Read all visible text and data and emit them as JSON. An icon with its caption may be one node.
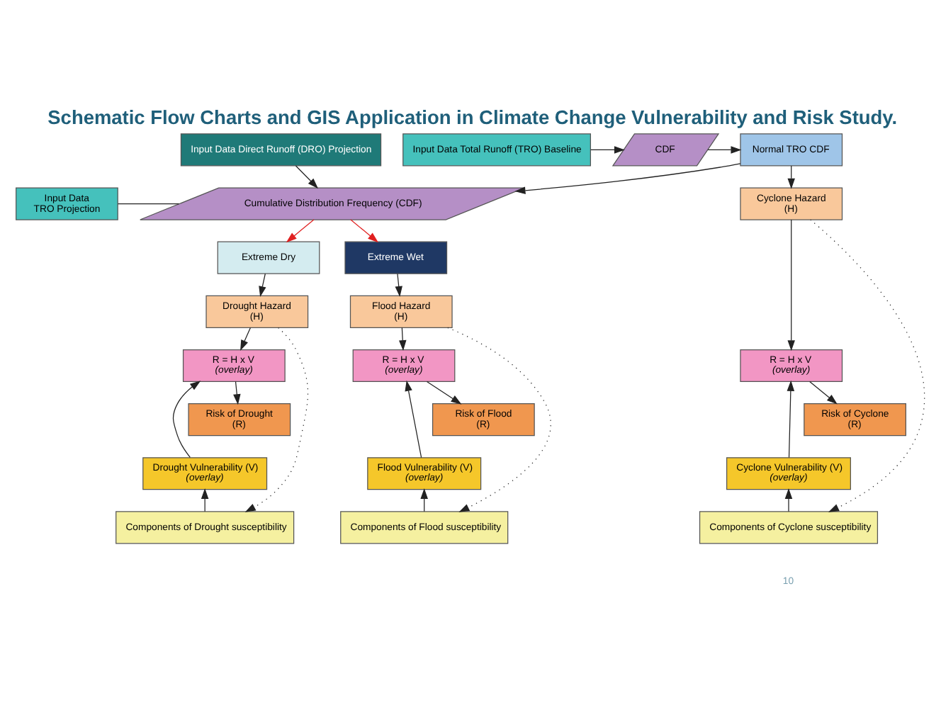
{
  "diagram": {
    "title": "Schematic Flow Charts and GIS Application in Climate Change Vulnerability and Risk Study.",
    "nodes": [
      {
        "text": [
          "Input Data Direct Runoff (DRO) Projection"
        ]
      },
      {
        "text": [
          "Input Data Total Runoff (TRO) Baseline"
        ]
      },
      {
        "text": [
          "CDF"
        ]
      },
      {
        "text": [
          "Normal TRO CDF"
        ]
      },
      {
        "text": [
          "Input Data",
          "TRO Projection"
        ]
      },
      {
        "text": [
          "Cumulative Distribution Frequency (CDF)"
        ]
      },
      {
        "text": [
          "Cyclone Hazard",
          "(H)"
        ]
      },
      {
        "text": [
          "Extreme Dry"
        ]
      },
      {
        "text": [
          "Extreme Wet"
        ]
      },
      {
        "text": [
          "Drought Hazard",
          "(H)"
        ]
      },
      {
        "text": [
          "Flood Hazard",
          "(H)"
        ]
      },
      {
        "text": [
          "R = H x V",
          "(overlay)"
        ]
      },
      {
        "text": [
          "R = H x V",
          "(overlay)"
        ]
      },
      {
        "text": [
          "R = H x V",
          "(overlay)"
        ]
      },
      {
        "text": [
          "Risk of Drought",
          "(R)"
        ]
      },
      {
        "text": [
          "Risk of Flood",
          "(R)"
        ]
      },
      {
        "text": [
          "Risk of Cyclone",
          "(R)"
        ]
      },
      {
        "text": [
          "Drought Vulnerability (V)",
          "(overlay)"
        ]
      },
      {
        "text": [
          "Flood Vulnerability (V)",
          "(overlay)"
        ]
      },
      {
        "text": [
          "Cyclone Vulnerability (V)",
          "(overlay)"
        ]
      },
      {
        "text": [
          "Components of Drought susceptibility"
        ]
      },
      {
        "text": [
          "Components of Flood susceptibility"
        ]
      },
      {
        "text": [
          "Components of Cyclone susceptibility"
        ]
      }
    ],
    "edges": [
      {
        "from": 1,
        "to": 2,
        "arrow": "to"
      },
      {
        "from": 2,
        "to": 3,
        "arrow": "to"
      },
      {
        "from": 0,
        "to": 5,
        "arrow": "to"
      },
      {
        "from": 3,
        "to": 5,
        "arrow": "to"
      },
      {
        "from": 3,
        "to": 6,
        "arrow": "to"
      },
      {
        "from": 4,
        "to": 5,
        "arrow": "none"
      },
      {
        "from": 5,
        "to": 7,
        "arrow": "to",
        "color": "#e02020"
      },
      {
        "from": 5,
        "to": 8,
        "arrow": "to",
        "color": "#e02020"
      },
      {
        "from": 7,
        "to": 9,
        "arrow": "to"
      },
      {
        "from": 8,
        "to": 10,
        "arrow": "to"
      },
      {
        "from": 9,
        "to": 11,
        "arrow": "to"
      },
      {
        "from": 10,
        "to": 12,
        "arrow": "to"
      },
      {
        "from": 6,
        "to": 13,
        "arrow": "to"
      },
      {
        "from": 11,
        "to": 14,
        "arrow": "to"
      },
      {
        "from": 12,
        "to": 15,
        "arrow": "to"
      },
      {
        "from": 13,
        "to": 16,
        "arrow": "to"
      },
      {
        "from": 17,
        "to": 11,
        "arrow": "to"
      },
      {
        "from": 18,
        "to": 12,
        "arrow": "to"
      },
      {
        "from": 19,
        "to": 13,
        "arrow": "to"
      },
      {
        "from": 20,
        "to": 17,
        "arrow": "to"
      },
      {
        "from": 21,
        "to": 18,
        "arrow": "to"
      },
      {
        "from": 22,
        "to": 19,
        "arrow": "to"
      },
      {
        "from": 9,
        "to": 20,
        "arrow": "to",
        "style": "dashed"
      },
      {
        "from": 10,
        "to": 21,
        "arrow": "to",
        "style": "dashed"
      },
      {
        "from": 6,
        "to": 22,
        "arrow": "to",
        "style": "dashed"
      }
    ],
    "labels": [
      "10"
    ]
  }
}
